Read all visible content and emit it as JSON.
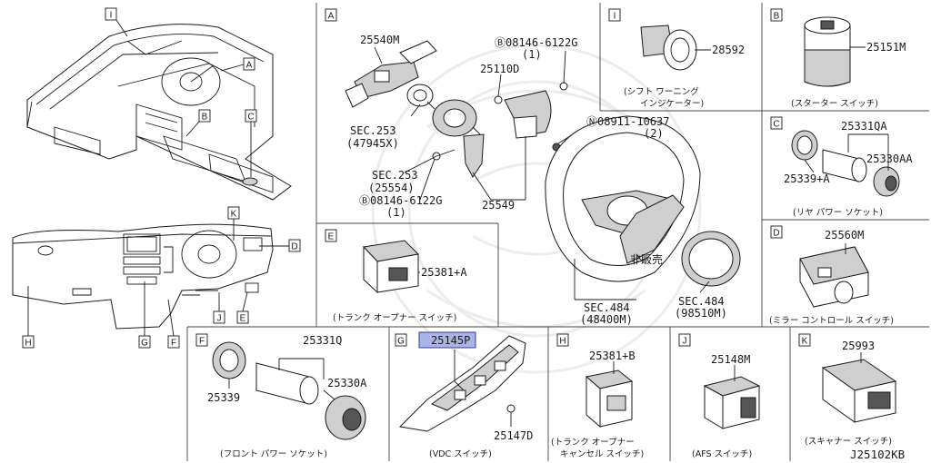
{
  "diagram_code": "J25102KB",
  "overview": {
    "callouts": {
      "I": "I",
      "A": "A",
      "B": "B",
      "C": "C",
      "K": "K",
      "D": "D",
      "H": "H",
      "G": "G",
      "F": "F",
      "J": "J",
      "E": "E"
    }
  },
  "panels": {
    "A": {
      "letter": "A",
      "parts": {
        "p25540M": "25540M",
        "p08146_top": "Ⓑ08146-6122G",
        "p08146_top_qty": "(1)",
        "p25110D": "25110D",
        "sec253a": "SEC.253",
        "sec253a_ref": "(47945X)",
        "p08911": "Ⓝ08911-10637",
        "p08911_qty": "(2)",
        "sec253b": "SEC.253",
        "sec253b_ref": "(25554)",
        "p08146_bot": "Ⓑ08146-6122G",
        "p08146_bot_qty": "(1)",
        "p25549": "25549",
        "not_for_sale": "非販売",
        "sec484a": "SEC.484",
        "sec484a_ref": "(48400M)",
        "sec484b": "SEC.484",
        "sec484b_ref": "(98510M)"
      }
    },
    "I": {
      "letter": "I",
      "part": "28592",
      "caption1": "(シフト ワーニング",
      "caption2": "インジケーター)"
    },
    "B": {
      "letter": "B",
      "part": "25151M",
      "caption": "(スターター スイッチ)"
    },
    "C": {
      "letter": "C",
      "part_a": "25331QA",
      "part_b": "25330AA",
      "part_c": "25339+A",
      "caption": "(リヤ パワー ソケット)"
    },
    "D": {
      "letter": "D",
      "part": "25560M",
      "caption": "(ミラー コントロール スイッチ)"
    },
    "E": {
      "letter": "E",
      "part": "25381+A",
      "caption": "(トランク オープナー スイッチ)"
    },
    "F": {
      "letter": "F",
      "part_a": "25331Q",
      "part_b": "25330A",
      "part_c": "25339",
      "caption": "(フロント パワー ソケット)"
    },
    "G": {
      "letter": "G",
      "part_a": "25145P",
      "part_b": "25147D",
      "caption": "(VDC スイッチ)"
    },
    "H": {
      "letter": "H",
      "part": "25381+B",
      "caption1": "(トランク オープナー",
      "caption2": "キャンセル スイッチ)"
    },
    "J": {
      "letter": "J",
      "part": "25148M",
      "caption": "(AFS スイッチ)"
    },
    "K": {
      "letter": "K",
      "part": "25993",
      "caption": "(スキャナー スイッチ)"
    }
  },
  "colors": {
    "line": "#1a1a1a",
    "highlight_fill": "#aab4e6",
    "highlight_stroke": "#3a3a8a",
    "shade": "#cfcfcf",
    "dark": "#555555"
  }
}
